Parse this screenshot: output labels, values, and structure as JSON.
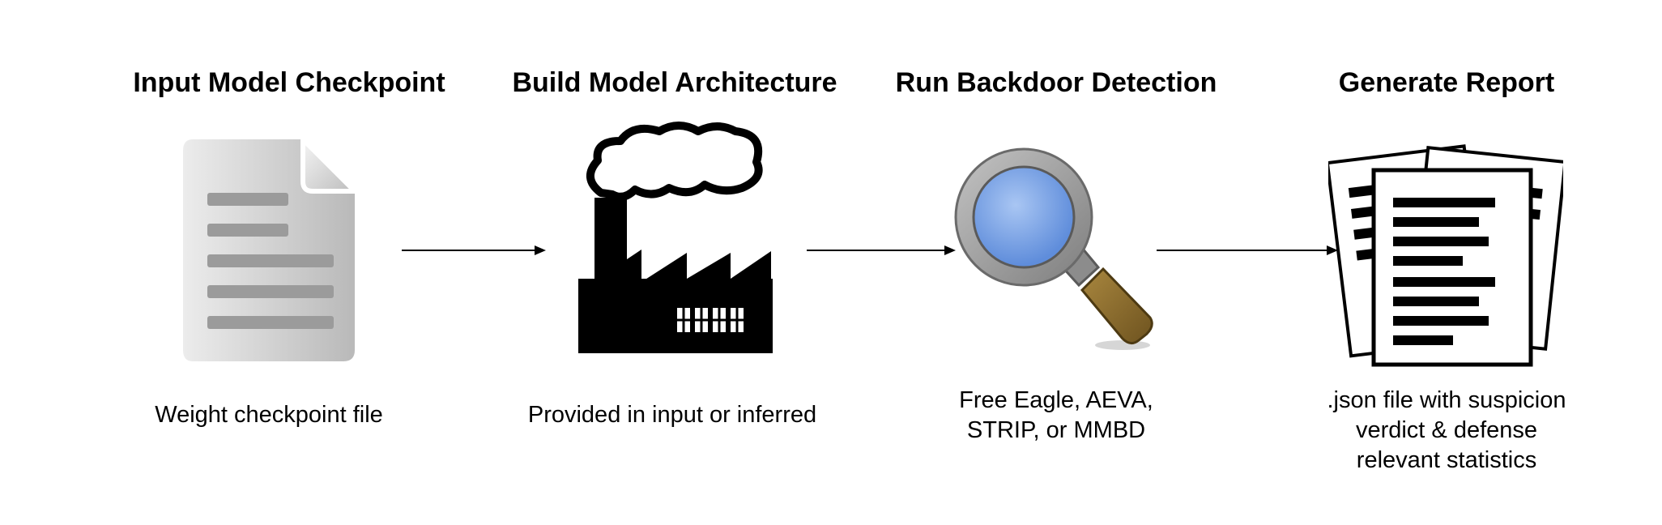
{
  "steps": [
    {
      "title": "Input Model Checkpoint",
      "icon": "document-icon",
      "caption_lines": [
        "Weight checkpoint file"
      ]
    },
    {
      "title": "Build Model Architecture",
      "icon": "factory-icon",
      "caption_lines": [
        "Provided in input or inferred"
      ]
    },
    {
      "title": "Run Backdoor Detection",
      "icon": "magnifying-glass-icon",
      "caption_lines": [
        "Free Eagle, AEVA,",
        "STRIP, or MMBD"
      ]
    },
    {
      "title": "Generate Report",
      "icon": "report-pages-icon",
      "caption_lines": [
        ".json file with suspicion",
        "verdict & defense",
        "relevant statistics"
      ]
    }
  ],
  "colors": {
    "text": "#000000",
    "document_fill": "#cfcfcf",
    "document_lines": "#9e9e9e",
    "lens_blue": "#7fa6e8",
    "lens_frame": "#9a9a9a",
    "handle_brown": "#8b6b2c",
    "arrow": "#000000"
  }
}
